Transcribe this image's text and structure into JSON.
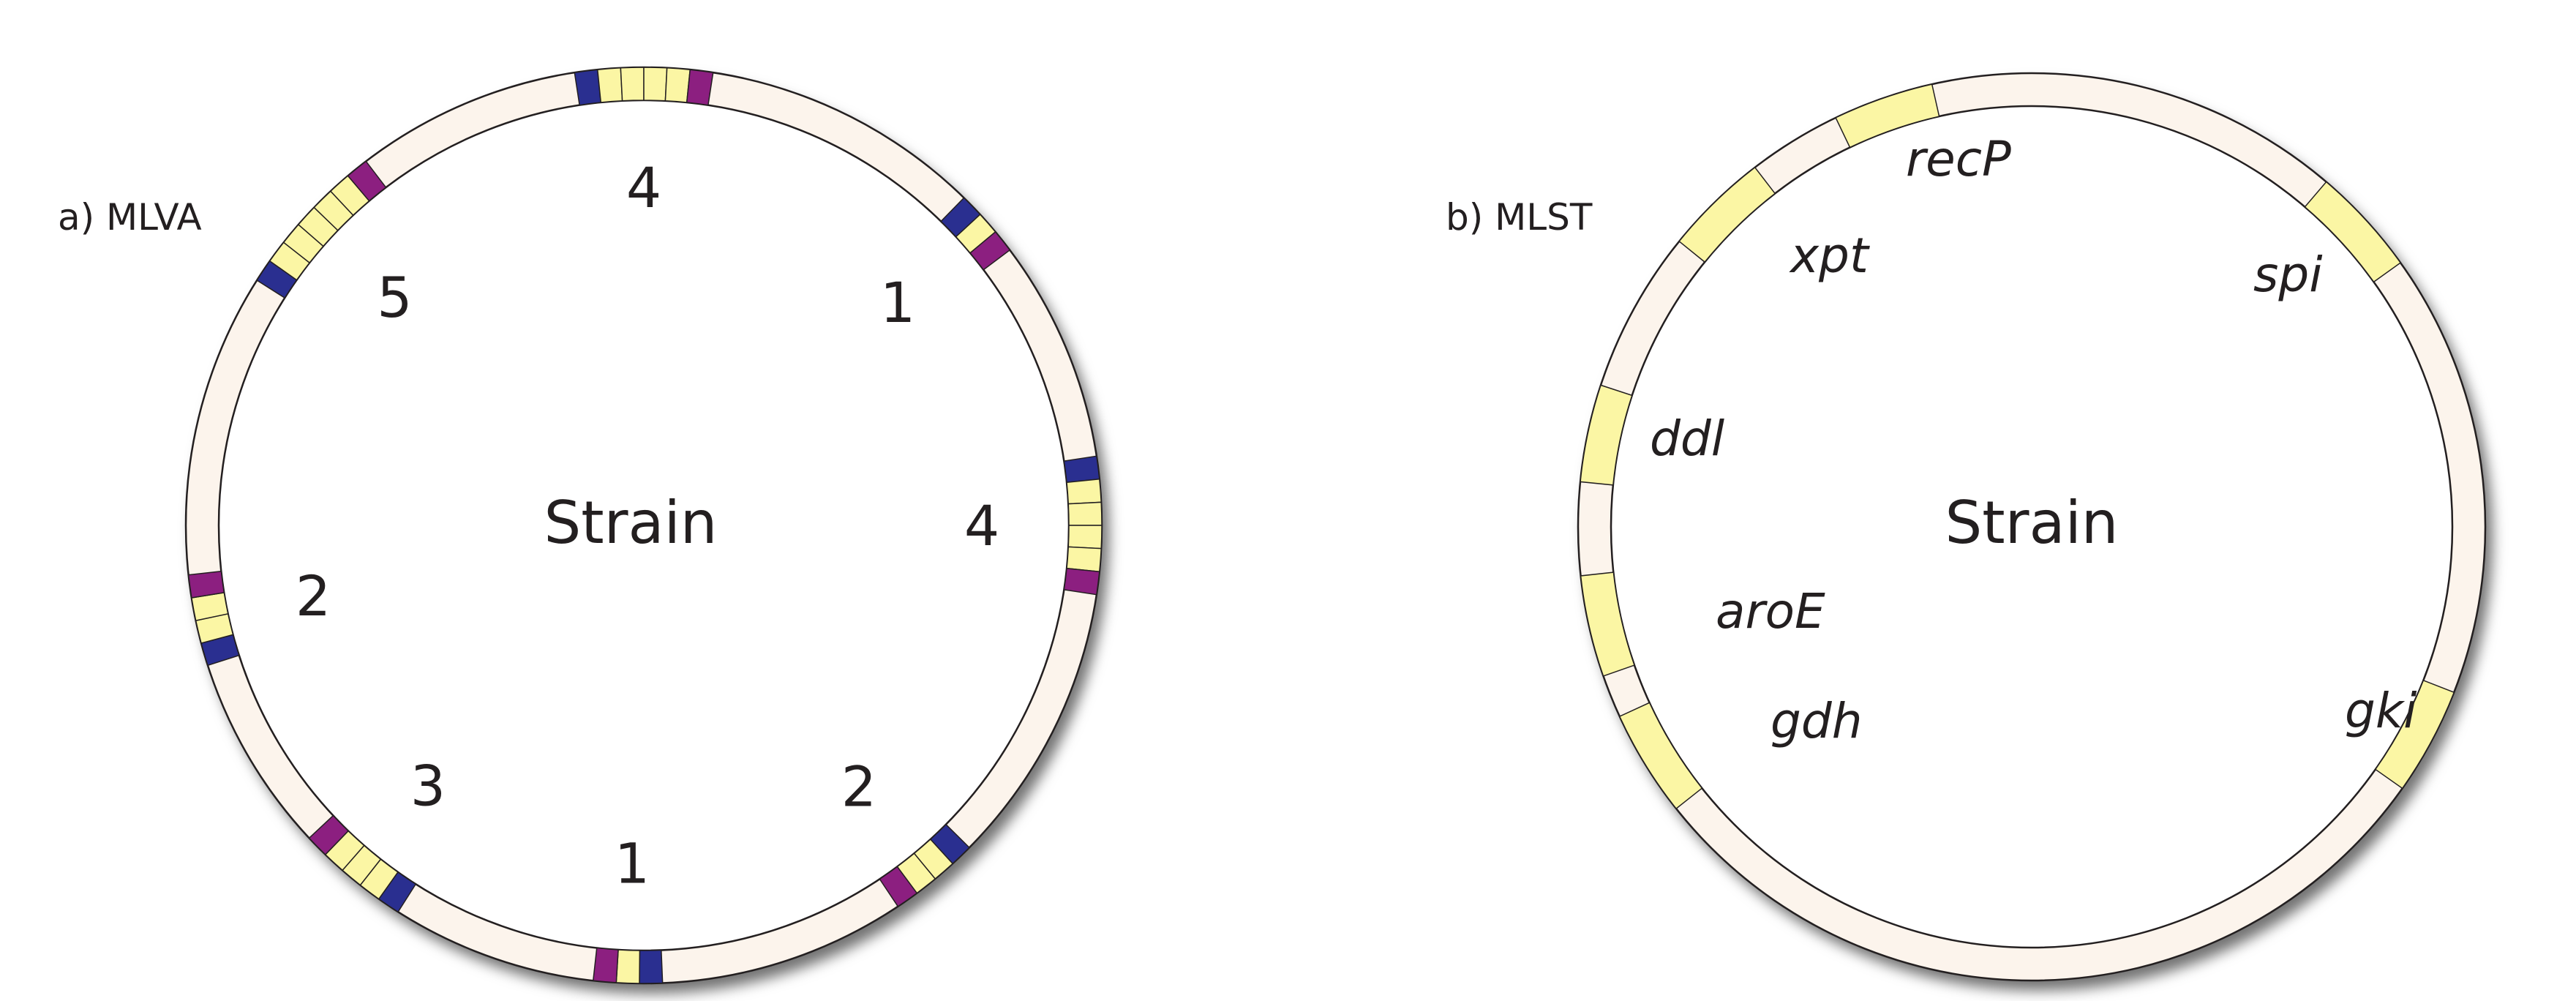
{
  "colors": {
    "ring": "#fcf4ec",
    "repeat": "#fbf6a4",
    "flank_start": "#2a2f90",
    "flank_end": "#8c1f80",
    "gene": "#fbf6a4"
  },
  "mlva": {
    "title": "a) MLVA",
    "center_label": "Strain",
    "loci": [
      {
        "repeats": 4,
        "label": "4"
      },
      {
        "repeats": 1,
        "label": "1"
      },
      {
        "repeats": 4,
        "label": "4"
      },
      {
        "repeats": 2,
        "label": "2"
      },
      {
        "repeats": 1,
        "label": "1"
      },
      {
        "repeats": 3,
        "label": "3"
      },
      {
        "repeats": 2,
        "label": "2"
      },
      {
        "repeats": 5,
        "label": "5"
      }
    ]
  },
  "mlst": {
    "title": "b) MLST",
    "center_label": "Strain",
    "genes": [
      {
        "label": "recP"
      },
      {
        "label": "spi"
      },
      {
        "label": "gki"
      },
      {
        "label": "gdh"
      },
      {
        "label": "aroE"
      },
      {
        "label": "ddl"
      },
      {
        "label": "xpt"
      }
    ]
  }
}
